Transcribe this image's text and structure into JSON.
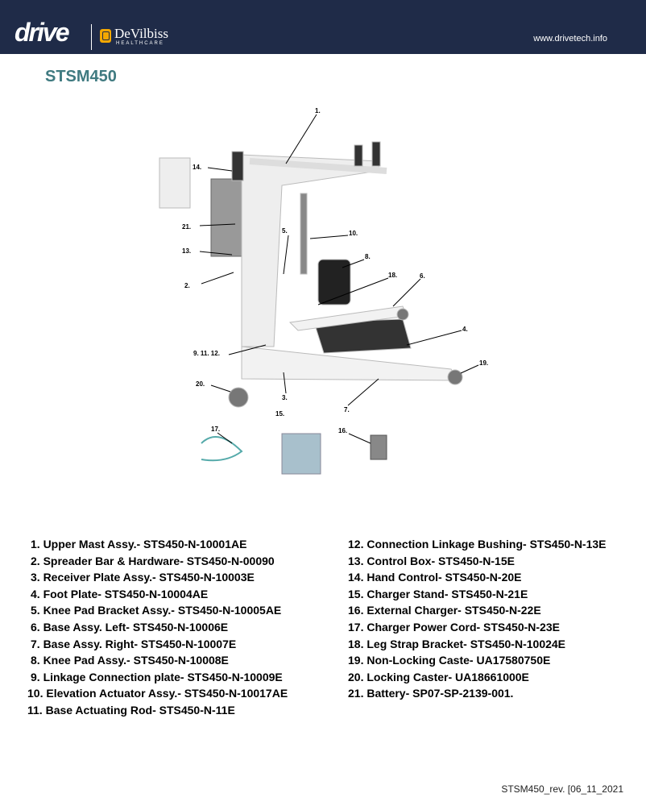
{
  "header": {
    "brand": "drive",
    "partner_name": "DeVilbiss",
    "partner_sub": "HEALTHCARE",
    "website": "www.drivetech.info"
  },
  "title": "STSM450",
  "callouts": {
    "c1": "1.",
    "c2": "2.",
    "c3": "3.",
    "c4": "4.",
    "c5": "5.",
    "c6": "6.",
    "c7": "7.",
    "c8": "8.",
    "c9": "9. 11. 12.",
    "c10": "10.",
    "c13": "13.",
    "c14": "14.",
    "c15": "15.",
    "c16": "16.",
    "c17": "17.",
    "c18": "18.",
    "c19": "19.",
    "c20": "20.",
    "c21": "21."
  },
  "parts_left": [
    "1. Upper Mast Assy.- STS450-N-10001AE",
    "2. Spreader Bar & Hardware- STS450-N-00090",
    "3. Receiver Plate Assy.- STS450-N-10003E",
    "4. Foot Plate- STS450-N-10004AE",
    "5. Knee Pad Bracket Assy.- STS450-N-10005AE",
    "6. Base Assy. Left- STS450-N-10006E",
    "7. Base Assy. Right- STS450-N-10007E",
    "8. Knee Pad Assy.- STS450-N-10008E",
    "9. Linkage Connection plate- STS450-N-10009E",
    "10. Elevation Actuator Assy.- STS450-N-10017AE",
    "11. Base Actuating Rod- STS450-N-11E"
  ],
  "parts_right": [
    "12. Connection Linkage Bushing- STS450-N-13E",
    "13. Control Box- STS450-N-15E",
    "14. Hand Control- STS450-N-20E",
    "15. Charger Stand- STS450-N-21E",
    "16. External Charger- STS450-N-22E",
    "17. Charger Power Cord- STS450-N-23E",
    "18. Leg Strap Bracket- STS450-N-10024E",
    "19. Non-Locking Caste- UA17580750E",
    "20. Locking Caster- UA18661000E",
    "21. Battery- SP07-SP-2139-001."
  ],
  "footer": "STSM450_rev. [06_11_2021"
}
